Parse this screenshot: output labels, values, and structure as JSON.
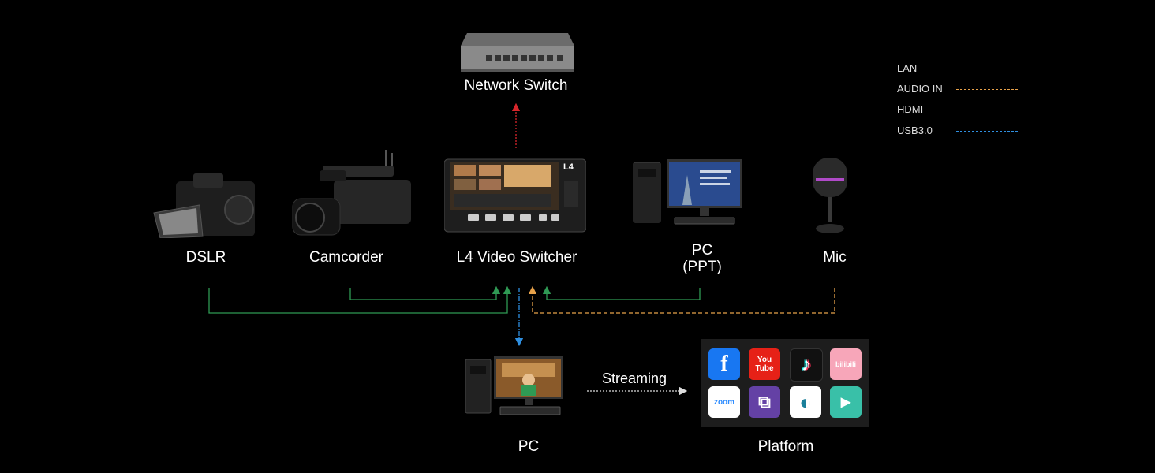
{
  "devices": {
    "network_switch": "Network Switch",
    "dslr": "DSLR",
    "camcorder": "Camcorder",
    "switcher": "L4 Video Switcher",
    "switcher_badge": "L4",
    "pc_ppt_line1": "PC",
    "pc_ppt_line2": "(PPT)",
    "mic": "Mic",
    "pc": "PC",
    "platform": "Platform"
  },
  "streaming_label": "Streaming",
  "legend": [
    {
      "label": "LAN",
      "color": "#d7262b",
      "style": "dotted"
    },
    {
      "label": "AUDIO IN",
      "color": "#e8a24a",
      "style": "dashed"
    },
    {
      "label": "HDMI",
      "color": "#2f9a54",
      "style": "solid"
    },
    {
      "label": "USB3.0",
      "color": "#2f8fe0",
      "style": "dashdot"
    }
  ],
  "platforms": {
    "facebook": {
      "glyph": "f",
      "color": "#1877f2"
    },
    "youtube": {
      "glyph": "You Tube",
      "color": "#e62117"
    },
    "tiktok": {
      "glyph": "♪",
      "color": "#111111"
    },
    "bilibili": {
      "glyph": "bilibili",
      "color": "#f7a6b9"
    },
    "zoom": {
      "glyph": "zoom",
      "color": "#ffffff"
    },
    "twitch": {
      "glyph": "⧉",
      "color": "#6441a5"
    },
    "vmix": {
      "glyph": "◐",
      "color": "#ffffff"
    },
    "tencent_meeting": {
      "glyph": "▶",
      "color": "#39c0a8"
    }
  }
}
